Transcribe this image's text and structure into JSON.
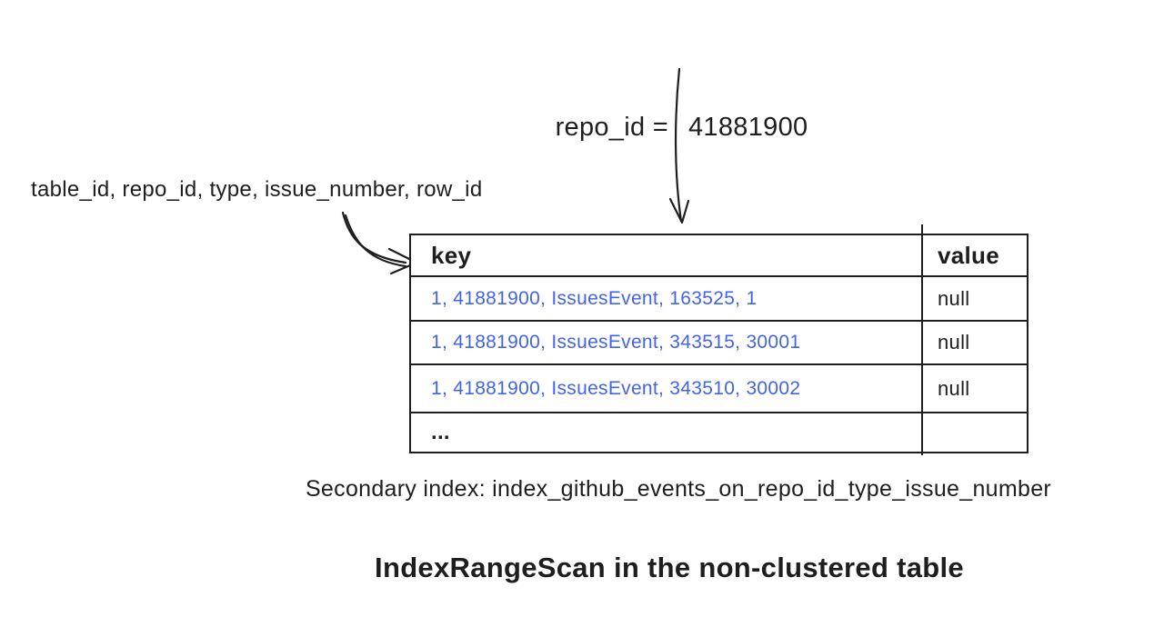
{
  "colors": {
    "ink": "#1e1e1e",
    "key_text_blue": "#4263eb",
    "background": "#ffffff"
  },
  "annotations": {
    "filter": {
      "label": "repo_id =",
      "value": "41881900"
    },
    "index_columns": "table_id, repo_id, type, issue_number, row_id"
  },
  "table": {
    "headers": {
      "key": "key",
      "value": "value"
    },
    "rows": [
      {
        "key": "1, 41881900, IssuesEvent, 163525, 1",
        "value": "null"
      },
      {
        "key": "1, 41881900, IssuesEvent, 343515, 30001",
        "value": "null"
      },
      {
        "key": "1, 41881900, IssuesEvent, 343510, 30002",
        "value": "null"
      },
      {
        "key": "...",
        "value": ""
      }
    ]
  },
  "caption": "Secondary index: index_github_events_on_repo_id_type_issue_number",
  "title": "IndexRangeScan in the non-clustered table",
  "icons": {
    "filter_arrow": "down-arrow",
    "index_columns_arrow": "curved-right-arrow"
  }
}
